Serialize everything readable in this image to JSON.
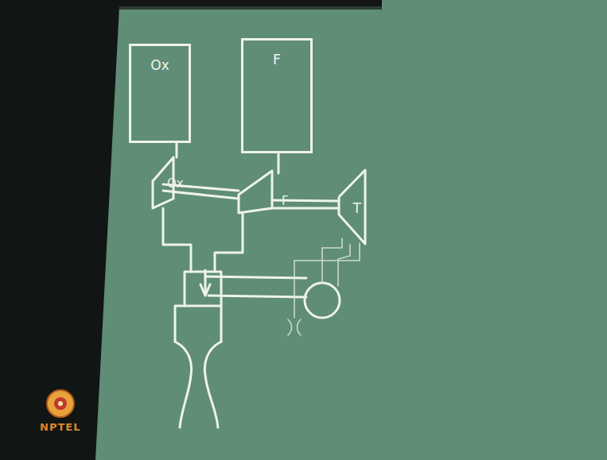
{
  "diagram": {
    "nodes": [
      {
        "text": [
          "Ox"
        ]
      },
      {
        "text": [
          "F"
        ]
      },
      {
        "text": [
          "T"
        ]
      }
    ],
    "labels": [
      "Ox",
      "F",
      "NPTEL"
    ]
  }
}
